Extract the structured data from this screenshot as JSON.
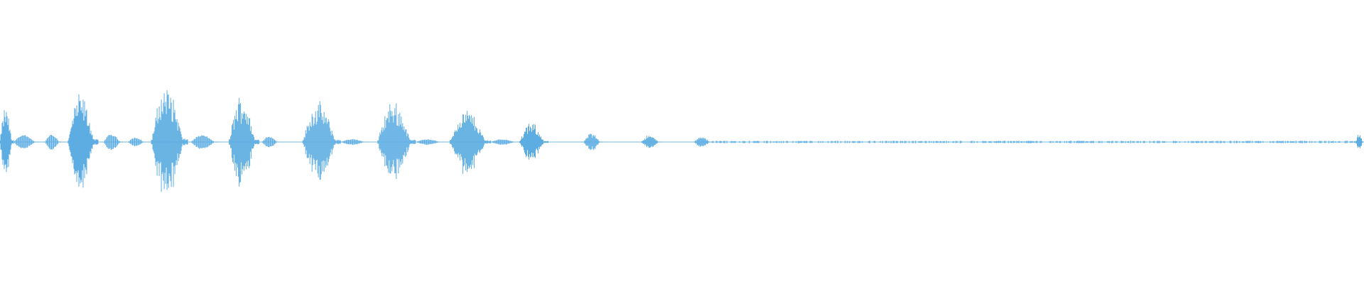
{
  "waveform": {
    "color": "#5dade2",
    "background": "#ffffff",
    "segments": [
      {
        "name": "burst-1",
        "start": 0.0,
        "end": 0.01,
        "amp": 0.62,
        "dense": true
      },
      {
        "name": "tail-1",
        "start": 0.01,
        "end": 0.028,
        "amp": 0.12,
        "dense": false
      },
      {
        "name": "burst-2",
        "start": 0.033,
        "end": 0.045,
        "amp": 0.14,
        "dense": false
      },
      {
        "name": "burst-3",
        "start": 0.05,
        "end": 0.072,
        "amp": 0.84,
        "dense": true
      },
      {
        "name": "tail-3",
        "start": 0.076,
        "end": 0.09,
        "amp": 0.14,
        "dense": false
      },
      {
        "name": "burst-4",
        "start": 0.094,
        "end": 0.107,
        "amp": 0.08,
        "dense": false
      },
      {
        "name": "burst-5",
        "start": 0.111,
        "end": 0.138,
        "amp": 1.0,
        "dense": true
      },
      {
        "name": "tail-5",
        "start": 0.14,
        "end": 0.16,
        "amp": 0.12,
        "dense": false
      },
      {
        "name": "burst-6",
        "start": 0.168,
        "end": 0.19,
        "amp": 0.82,
        "dense": true
      },
      {
        "name": "tail-6",
        "start": 0.192,
        "end": 0.205,
        "amp": 0.1,
        "dense": false
      },
      {
        "name": "burst-7",
        "start": 0.222,
        "end": 0.25,
        "amp": 0.7,
        "dense": true
      },
      {
        "name": "tail-7",
        "start": 0.25,
        "end": 0.27,
        "amp": 0.05,
        "dense": false
      },
      {
        "name": "burst-8",
        "start": 0.277,
        "end": 0.305,
        "amp": 0.72,
        "dense": true
      },
      {
        "name": "tail-8",
        "start": 0.305,
        "end": 0.325,
        "amp": 0.05,
        "dense": false
      },
      {
        "name": "burst-9",
        "start": 0.33,
        "end": 0.36,
        "amp": 0.58,
        "dense": true
      },
      {
        "name": "tail-9",
        "start": 0.36,
        "end": 0.38,
        "amp": 0.05,
        "dense": false
      },
      {
        "name": "burst-10",
        "start": 0.381,
        "end": 0.402,
        "amp": 0.34,
        "dense": true
      },
      {
        "name": "burst-11",
        "start": 0.428,
        "end": 0.442,
        "amp": 0.16,
        "dense": true
      },
      {
        "name": "burst-12",
        "start": 0.47,
        "end": 0.485,
        "amp": 0.12,
        "dense": true
      },
      {
        "name": "burst-13",
        "start": 0.509,
        "end": 0.522,
        "amp": 0.1,
        "dense": true
      },
      {
        "name": "noise-floor",
        "start": 0.522,
        "end": 0.994,
        "amp": 0.02,
        "dense": false
      },
      {
        "name": "burst-end",
        "start": 0.994,
        "end": 1.0,
        "amp": 0.16,
        "dense": true
      }
    ]
  }
}
